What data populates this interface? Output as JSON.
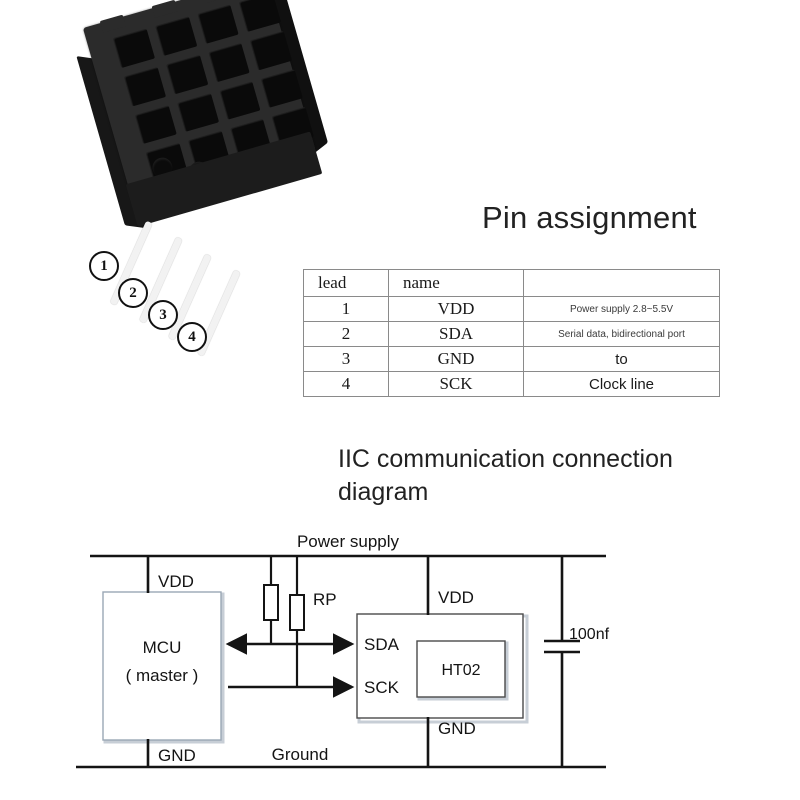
{
  "photo": {
    "alt_name": "ht02-sensor-photo",
    "callouts": [
      {
        "id": "1",
        "label": "1"
      },
      {
        "id": "2",
        "label": "2"
      },
      {
        "id": "3",
        "label": "3"
      },
      {
        "id": "4",
        "label": "4"
      }
    ]
  },
  "headings": {
    "pin_assignment": "Pin assignment",
    "iic_diagram": "IIC communication connection diagram"
  },
  "pin_table": {
    "columns": [
      "lead",
      "name",
      ""
    ],
    "rows": [
      {
        "lead": "1",
        "name": "VDD",
        "desc": "Power supply 2.8~5.5V"
      },
      {
        "lead": "2",
        "name": "SDA",
        "desc": "Serial data, bidirectional port"
      },
      {
        "lead": "3",
        "name": "GND",
        "desc": "to"
      },
      {
        "lead": "4",
        "name": "SCK",
        "desc": "Clock line"
      }
    ]
  },
  "diagram": {
    "rail_top": "Power supply",
    "rail_bottom": "Ground",
    "mcu": {
      "line1": "MCU",
      "line2": "( master )",
      "vdd": "VDD",
      "gnd": "GND"
    },
    "pullups": {
      "label": "RP"
    },
    "sensor": {
      "chip": "HT02",
      "sda": "SDA",
      "sck": "SCK",
      "vdd": "VDD",
      "gnd": "GND"
    },
    "capacitor": {
      "label": "100nf"
    }
  },
  "colors": {
    "background": "#ffffff",
    "text": "#1a1a1a",
    "table_border": "#8a8a8a",
    "diagram_line": "#141414",
    "box_border": "#9aa7b5",
    "sensor_black": "#2b2b2b"
  }
}
